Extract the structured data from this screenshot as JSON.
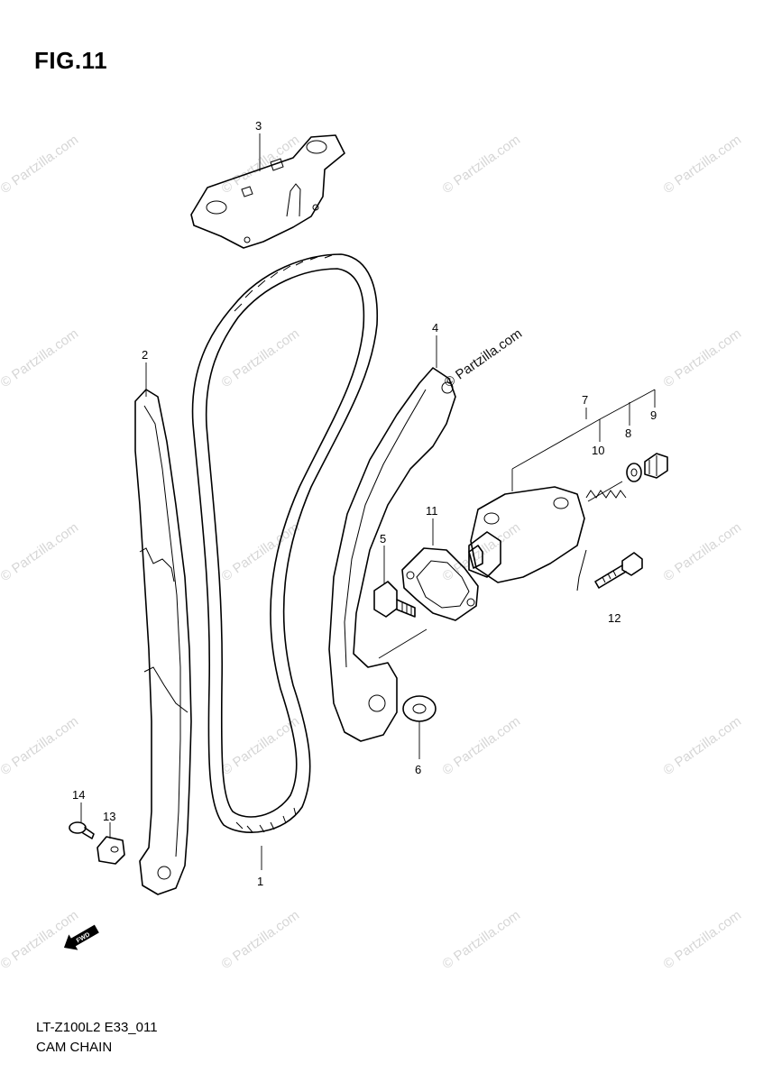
{
  "figure": {
    "title": "FIG.11",
    "model_code": "LT-Z100L2 E33_011",
    "assembly_name": "CAM CHAIN"
  },
  "watermark": {
    "text": "© Partzilla.com",
    "prominent_text": "© Partzilla.com",
    "color": "#d6d6d6"
  },
  "callouts": [
    {
      "id": "1",
      "label": "1",
      "part": "cam-chain"
    },
    {
      "id": "2",
      "label": "2",
      "part": "chain-guide"
    },
    {
      "id": "3",
      "label": "3",
      "part": "upper-guide-plate"
    },
    {
      "id": "4",
      "label": "4",
      "part": "tensioner-arm"
    },
    {
      "id": "5",
      "label": "5",
      "part": "pivot-bolt"
    },
    {
      "id": "6",
      "label": "6",
      "part": "washer"
    },
    {
      "id": "7",
      "label": "7",
      "part": "tensioner-assembly"
    },
    {
      "id": "8",
      "label": "8",
      "part": "gasket-washer"
    },
    {
      "id": "9",
      "label": "9",
      "part": "cap-bolt"
    },
    {
      "id": "10",
      "label": "10",
      "part": "spring"
    },
    {
      "id": "11",
      "label": "11",
      "part": "tensioner-gasket"
    },
    {
      "id": "12",
      "label": "12",
      "part": "tensioner-bolt"
    },
    {
      "id": "13",
      "label": "13",
      "part": "guide-clip"
    },
    {
      "id": "14",
      "label": "14",
      "part": "screw"
    }
  ],
  "icons": {
    "direction_arrow": "fwd-arrow-icon",
    "direction_text": "FWD"
  }
}
